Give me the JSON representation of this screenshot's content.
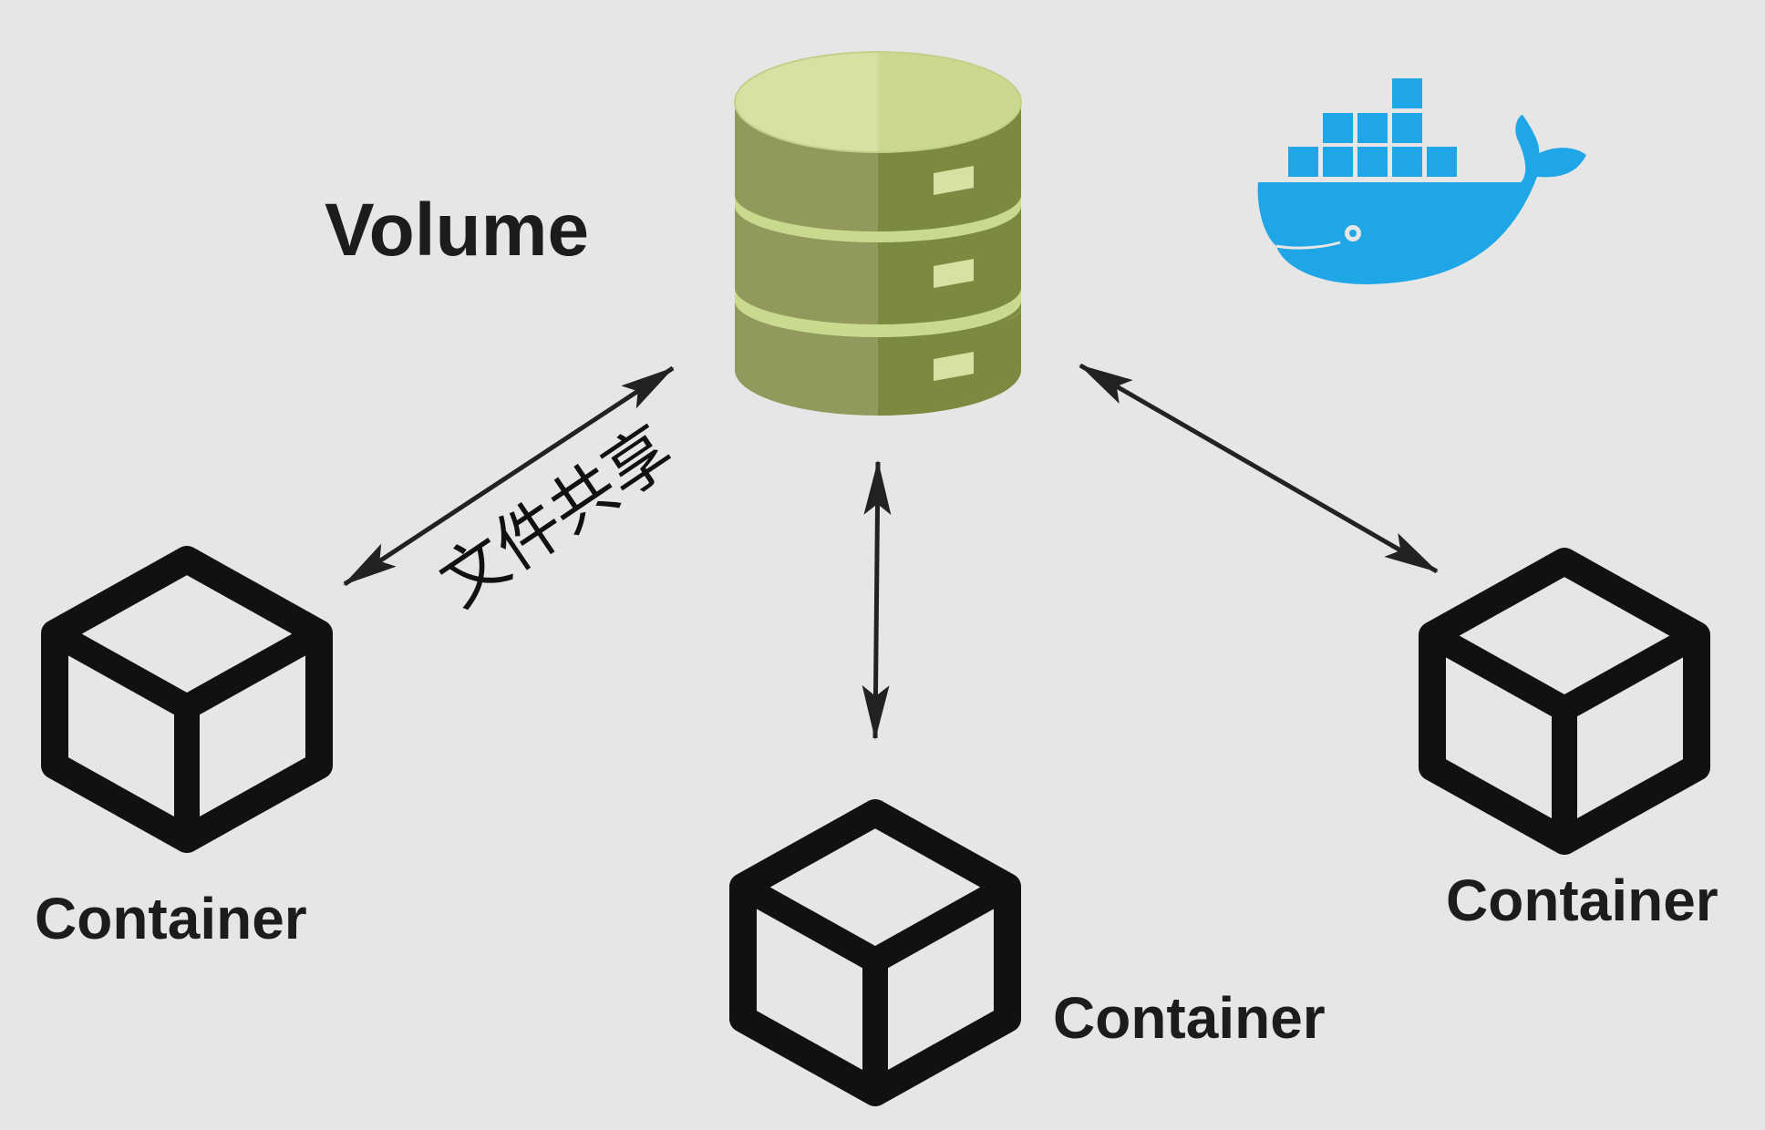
{
  "volume": {
    "label": "Volume"
  },
  "share": {
    "label": "文件共享"
  },
  "containers": [
    {
      "label": "Container"
    },
    {
      "label": "Container"
    },
    {
      "label": "Container"
    }
  ],
  "colors": {
    "background": "#e6e6e6",
    "volume_dark": "#7b8a3e",
    "volume_mid": "#919a5c",
    "volume_light": "#d6e2a4",
    "volume_stripe": "#c9d98e",
    "docker_blue": "#1ea6e6",
    "ink": "#1c1c1c"
  },
  "icons": {
    "volume": "database-icon",
    "logo": "docker-logo-icon",
    "container": "cube-icon"
  }
}
